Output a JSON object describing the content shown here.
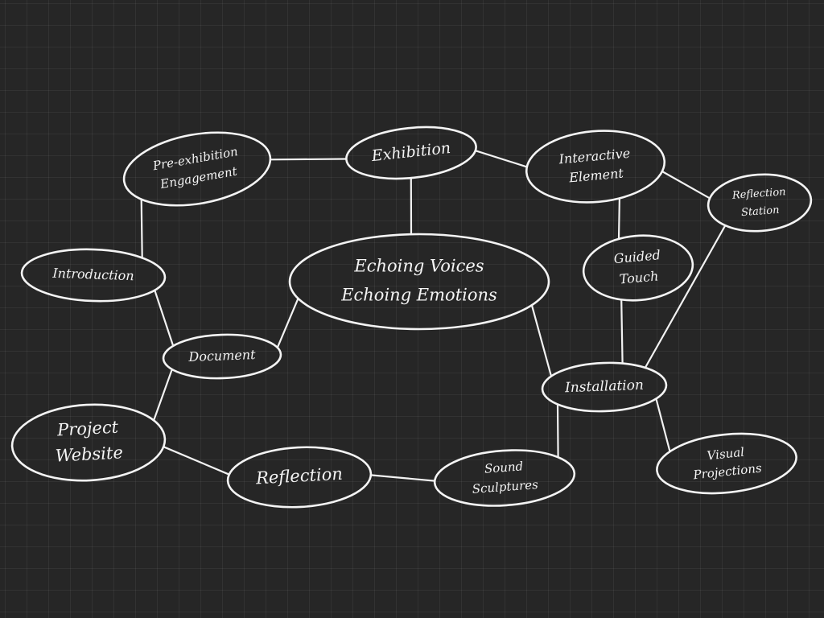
{
  "colors": {
    "background": "#262626",
    "grid": "#3a3a3a",
    "ink": "#f4f4f4"
  },
  "nodes": {
    "center": {
      "lines": [
        "Echoing Voices",
        "Echoing Emotions"
      ]
    },
    "exhibition": {
      "lines": [
        "Exhibition"
      ]
    },
    "pre_exhibition": {
      "lines": [
        "Pre-exhibition",
        "Engagement"
      ]
    },
    "introduction": {
      "lines": [
        "Introduction"
      ]
    },
    "document": {
      "lines": [
        "Document"
      ]
    },
    "project_website": {
      "lines": [
        "Project",
        "Website"
      ]
    },
    "reflection": {
      "lines": [
        "Reflection"
      ]
    },
    "sound_sculptures": {
      "lines": [
        "Sound",
        "Sculptures"
      ]
    },
    "installation": {
      "lines": [
        "Installation"
      ]
    },
    "visual_projections": {
      "lines": [
        "Visual",
        "Projections"
      ]
    },
    "interactive_element": {
      "lines": [
        "Interactive",
        "Element"
      ]
    },
    "reflection_station": {
      "lines": [
        "Reflection",
        "Station"
      ]
    },
    "guided_touch": {
      "lines": [
        "Guided",
        "Touch"
      ]
    }
  },
  "edges": [
    [
      "center",
      "exhibition"
    ],
    [
      "center",
      "document"
    ],
    [
      "center",
      "installation"
    ],
    [
      "exhibition",
      "pre_exhibition"
    ],
    [
      "exhibition",
      "interactive_element"
    ],
    [
      "pre_exhibition",
      "introduction"
    ],
    [
      "introduction",
      "document"
    ],
    [
      "document",
      "project_website"
    ],
    [
      "project_website",
      "reflection"
    ],
    [
      "reflection",
      "sound_sculptures"
    ],
    [
      "sound_sculptures",
      "installation"
    ],
    [
      "installation",
      "visual_projections"
    ],
    [
      "installation",
      "guided_touch"
    ],
    [
      "installation",
      "reflection_station"
    ],
    [
      "interactive_element",
      "guided_touch"
    ],
    [
      "interactive_element",
      "reflection_station"
    ]
  ]
}
